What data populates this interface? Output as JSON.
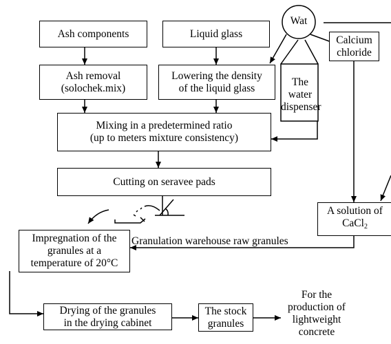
{
  "nodes": {
    "ash_components": "Ash components",
    "liquid_glass": "Liquid glass",
    "water": "Wat",
    "calcium_chloride": "Calcium\nchloride",
    "ash_removal": "Ash removal\n(solochek.mix)",
    "lowering_density": "Lowering the density\nof the liquid glass",
    "water_dispenser": "The\nwater\ndispenser",
    "mixing": "Mixing in a predetermined ratio\n(up to meters mixture consistency)",
    "cutting": "Cutting on seravee pads",
    "solution_prefix": "A solution of",
    "solution_formula": "CaCl",
    "solution_subscript": "2",
    "impregnation": "Impregnation of the\ngranules at a\ntemperature of 20°C",
    "drying": "Drying of the granules\nin the drying cabinet",
    "stock": "The stock\ngranules",
    "output_note": "For the\nproduction of\nlightweight\nconcrete"
  },
  "edge_labels": {
    "granulation": "Granulation warehouse raw granules"
  }
}
